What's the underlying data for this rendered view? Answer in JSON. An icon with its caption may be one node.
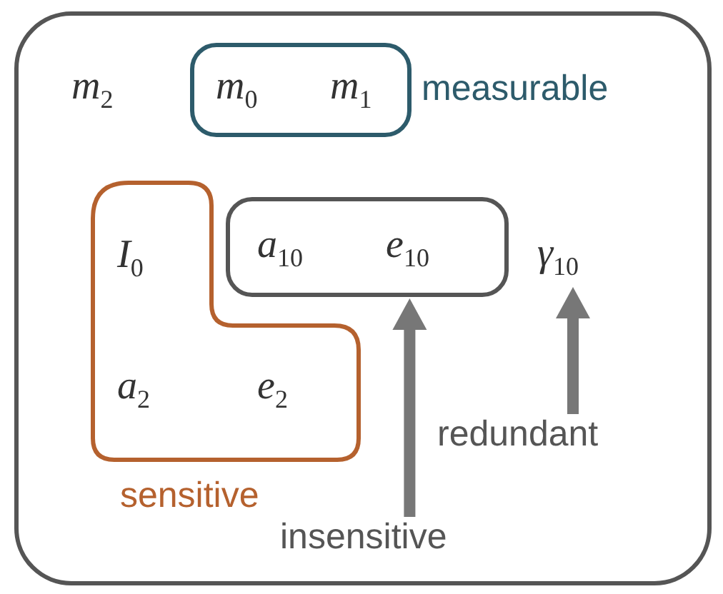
{
  "diagram": {
    "nodes": [
      {
        "text": [],
        "shape": "box"
      },
      {
        "text": [
          "m$_{0}$",
          "m$_{1}$",
          "measurable"
        ],
        "in": 0
      },
      {
        "text": [
          "I$_{0}$",
          "a$_{2}$",
          "e$_{2}$",
          "sensitive"
        ],
        "in": 0
      },
      {
        "text": [
          "a$_{10}$",
          "e$_{10}$"
        ],
        "in": 0
      },
      {
        "text": [
          "insensitive"
        ],
        "in": 0
      },
      {
        "text": [
          "γ$_{10}$"
        ],
        "in": 0
      },
      {
        "text": [
          "redundant"
        ],
        "in": 0
      }
    ],
    "edges": [
      {
        "from": 4,
        "to": 3,
        "arrow": "to"
      },
      {
        "from": 6,
        "to": 5,
        "arrow": "to"
      }
    ],
    "labels": [
      "m$_{2}$"
    ]
  }
}
